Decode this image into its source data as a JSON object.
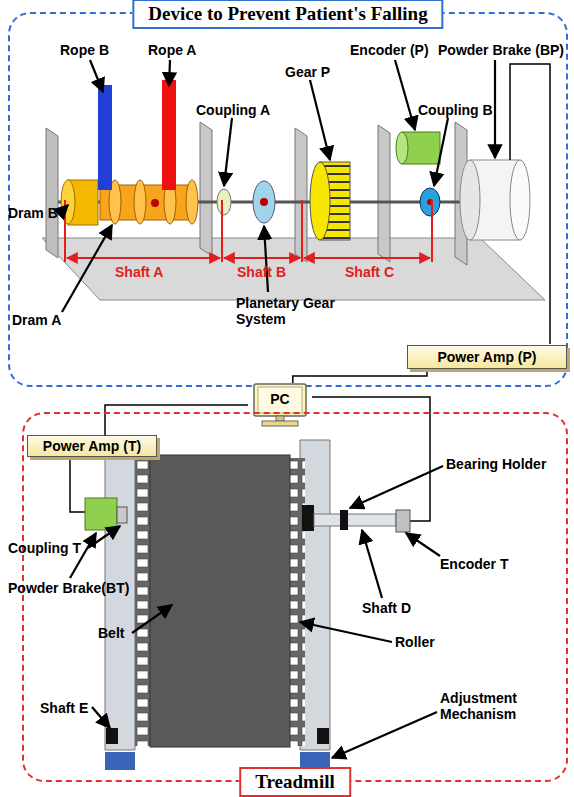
{
  "diagram": {
    "nodes": [
      {
        "text": [
          "Device to Prevent Patient's Falling"
        ]
      },
      {
        "text": [
          "Power Amp (P)"
        ],
        "in": 0
      },
      {
        "text": [
          "PC"
        ]
      },
      {
        "text": [
          "Treadmill"
        ]
      },
      {
        "text": [
          "Power Amp (T)"
        ],
        "in": 3
      }
    ],
    "edges": [
      {
        "from": 2,
        "to": 1,
        "arrow": "none"
      },
      {
        "from": 2,
        "to": 4,
        "arrow": "none"
      }
    ],
    "labels": [
      "Rope B",
      "Rope A",
      "Encoder (P)",
      "Powder Brake (BP)",
      "Gear P",
      "Coupling A",
      "Coupling B",
      "Dram B",
      "Dram A",
      "Shaft A",
      "Shaft B",
      "Shaft C",
      "Planetary Gear System",
      "Bearing Holder",
      "Coupling T",
      "Encoder T",
      "Powder Brake(BT)",
      "Shaft D",
      "Belt",
      "Roller",
      "Shaft E",
      "Adjustment Mechanism"
    ]
  }
}
